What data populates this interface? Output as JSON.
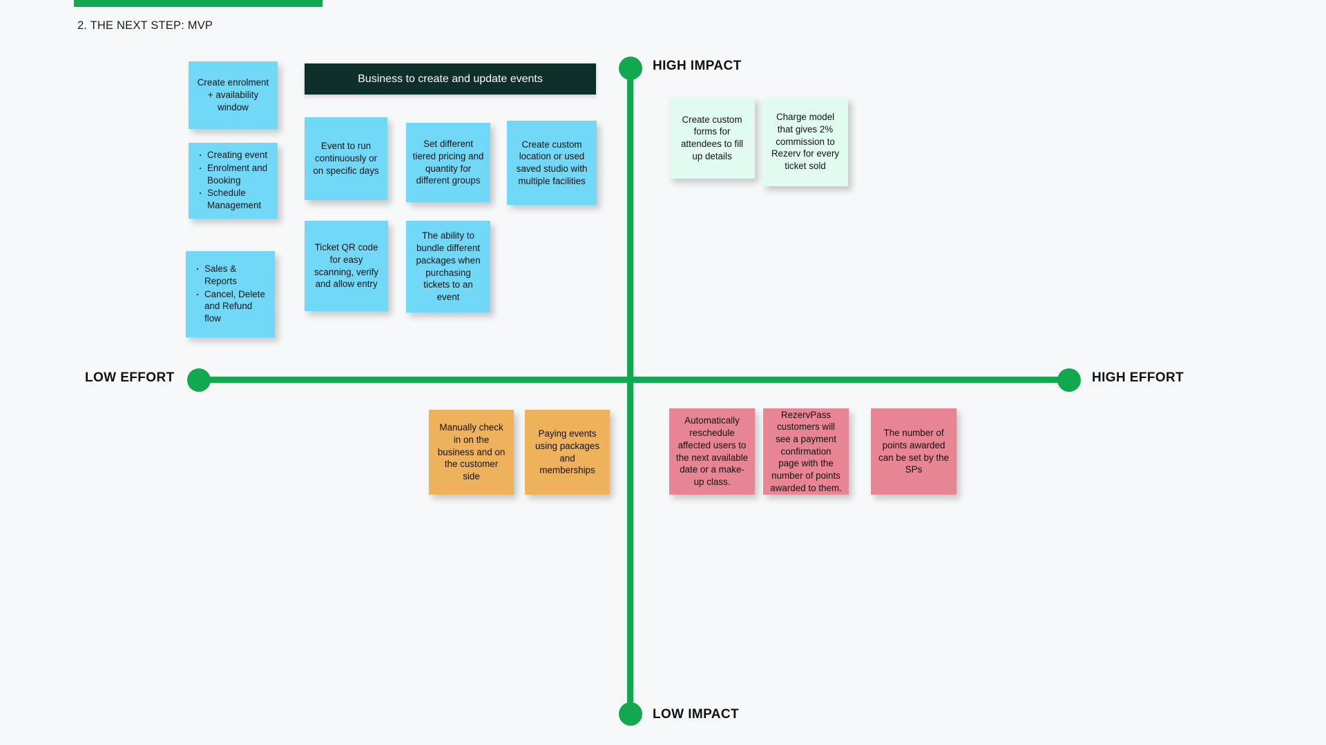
{
  "slide": {
    "title": "2. THE NEXT STEP: MVP",
    "accent_color": "#12a850",
    "background_color": "#f7f8fa"
  },
  "axes": {
    "vertical": {
      "top_label": "HIGH IMPACT",
      "bottom_label": "LOW IMPACT"
    },
    "horizontal": {
      "left_label": "LOW EFFORT",
      "right_label": "HIGH EFFORT"
    }
  },
  "banner": {
    "text": "Business to create and update events",
    "background_color": "#0e2f2a",
    "text_color": "#ffffff"
  },
  "colors": {
    "blue_note": "#72d8f7",
    "mint_note": "#e2fbf1",
    "amber_note": "#eeb25c",
    "rose_note": "#e88594"
  },
  "notes": {
    "left_column": [
      {
        "id": "create-enrolment-window",
        "text": "Create enrolment + availability window"
      },
      {
        "id": "creating-event-list",
        "bullets": [
          "Creating event",
          "Enrolment and Booking",
          "Schedule Management"
        ]
      },
      {
        "id": "sales-reports-list",
        "bullets": [
          "Sales & Reports",
          "Cancel, Delete and Refund flow"
        ]
      }
    ],
    "banner_group_row1": [
      {
        "id": "event-run-continuously",
        "text": "Event to run continuously or on specific days"
      },
      {
        "id": "tiered-pricing",
        "text": "Set different tiered pricing and quantity for different groups"
      },
      {
        "id": "custom-location",
        "text": "Create custom location or used saved studio with multiple facilities"
      }
    ],
    "banner_group_row2": [
      {
        "id": "ticket-qr-code",
        "text": "Ticket QR code for easy scanning, verify and allow entry"
      },
      {
        "id": "bundle-packages",
        "text": "The ability to bundle different packages when purchasing tickets to an event"
      }
    ],
    "high_impact_high_effort": [
      {
        "id": "custom-forms",
        "text": "Create custom forms for attendees to fill up details"
      },
      {
        "id": "charge-model-commission",
        "text": "Charge model that gives 2% commission to Rezerv for every ticket sold"
      }
    ],
    "low_impact_low_effort": [
      {
        "id": "manual-check-in",
        "text": "Manually check in on the business and on the customer side"
      },
      {
        "id": "paying-events-packages",
        "text": "Paying events using packages and memberships"
      }
    ],
    "low_impact_high_effort": [
      {
        "id": "auto-reschedule",
        "text": "Automatically reschedule affected users to the next available date or a make-up class."
      },
      {
        "id": "rezervpass-confirmation",
        "text": "RezervPass customers will see a payment confirmation page with the number of points awarded to them."
      },
      {
        "id": "points-set-by-sps",
        "text": "The number of points awarded can be set by the SPs"
      }
    ]
  }
}
